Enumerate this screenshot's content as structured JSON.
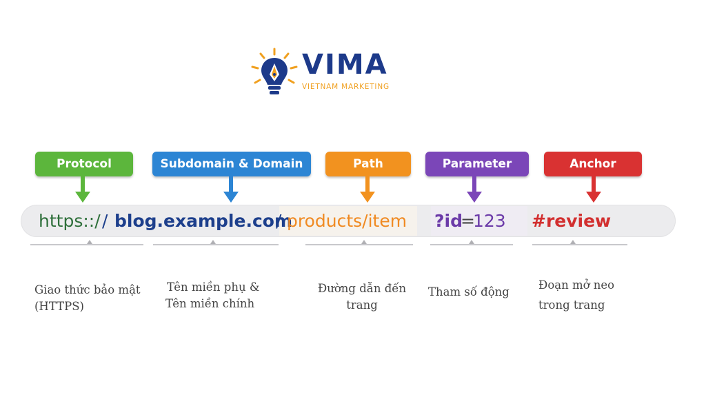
{
  "logo": {
    "name": "VIMA",
    "tagline": "VIETNAM MARKETING",
    "icon": "lightbulb-pen-icon",
    "colors": {
      "primary": "#1d3a8a",
      "accent": "#f0a020"
    }
  },
  "parts": [
    {
      "label": "Protocol",
      "color": "#5cb63c",
      "url_part": "https::/",
      "url_color": "#2e6f3a",
      "desc_line1": "Giao thức bảo mật",
      "desc_line2": "(HTTPS)"
    },
    {
      "label": "Subdomain & Domain",
      "color": "#2c85d4",
      "url_part": "blog.example.com",
      "url_color": "#1d3f8c",
      "desc_line1": "Tên miền phụ &",
      "desc_line2": "Tên miền chính"
    },
    {
      "label": "Path",
      "color": "#f2921f",
      "url_part": "products/item",
      "url_color": "#f08a22",
      "desc_line1": "Đường dẫn đến",
      "desc_line2": "trang"
    },
    {
      "label": "Parameter",
      "color": "#7b46b8",
      "url_part_q": "?id",
      "url_part_eq": "=",
      "url_part_v": "123",
      "url_color": "#6b3aa8",
      "desc_line1": "Tham số động",
      "desc_line2": ""
    },
    {
      "label": "Anchor",
      "color": "#d93232",
      "url_part": "#review",
      "url_color": "#d22f2f",
      "desc_line1": "Đoạn mở neo",
      "desc_line2": "trong trang"
    }
  ],
  "url_separators": {
    "slash_green": "/",
    "slash_after_domain": "/"
  }
}
